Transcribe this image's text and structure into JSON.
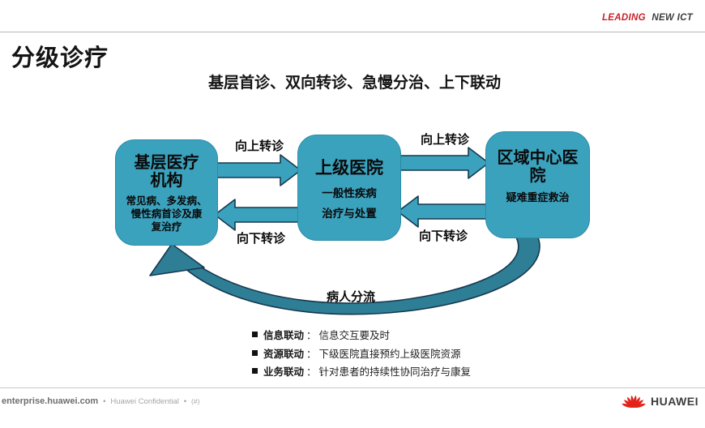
{
  "brand": {
    "leading": "LEADING",
    "rest": "NEW ICT"
  },
  "title": "分级诊疗",
  "subtitle": "基层首诊、双向转诊、急慢分治、上下联动",
  "diagram": {
    "boxes": [
      {
        "title": "基层医疗\n机构",
        "desc": "常见病、多发病、\n慢性病首诊及康\n复治疗"
      },
      {
        "title": "上级医院",
        "desc": "一般性疾病\n治疗与处置"
      },
      {
        "title": "区域中心医\n院",
        "desc": "疑难重症救治"
      }
    ],
    "labels": {
      "up": "向上转诊",
      "down": "向下转诊",
      "flow": "病人分流"
    }
  },
  "notes": [
    {
      "term": "信息联动",
      "sep": "：",
      "desc": "信息交互要及时"
    },
    {
      "term": "资源联动",
      "sep": "：",
      "desc": "下级医院直接预约上级医院资源"
    },
    {
      "term": "业务联动",
      "sep": "：",
      "desc": "针对患者的持续性协同治疗与康复"
    }
  ],
  "footer": {
    "site": "enterprise.huawei.com",
    "separator": "•",
    "confidential": "Huawei Confidential",
    "page": "(#)",
    "brand": "HUAWEI"
  },
  "colors": {
    "node_fill": "#3BA2BE",
    "arrow_fill": "#3BA2BE",
    "swoosh_fill": "#2E7E95",
    "outline": "#16384E",
    "huawei_red": "#E2231A",
    "leading_red": "#C8202A"
  }
}
